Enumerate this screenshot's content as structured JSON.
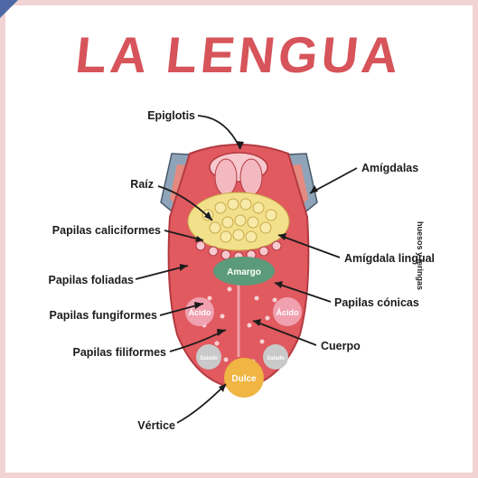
{
  "title": "LA LENGUA",
  "labels": {
    "epiglotis": "Epiglotis",
    "raiz": "Raíz",
    "papilas_caliciformes": "Papilas caliciformes",
    "papilas_foliadas": "Papilas foliadas",
    "papilas_fungiformes": "Papilas fungiformes",
    "papilas_filiformes": "Papilas filiformes",
    "vertice": "Vértice",
    "amigdalas": "Amígdalas",
    "amigdala_lingual": "Amígdala lingual",
    "papilas_conicas": "Papilas cónicas",
    "cuerpo": "Cuerpo"
  },
  "zones": {
    "amargo": "Amargo",
    "acido": "Ácido",
    "salado": "Salado",
    "dulce": "Dulce"
  },
  "credit": "huesos y jeringas",
  "colors": {
    "title": "#d6545a",
    "tongue": "#e05a5f",
    "amargo": "#5b9a7a",
    "acido": "#f2a7b8",
    "salado": "#c9c9c9",
    "dulce": "#f0b542",
    "papillae": "#f3e08a"
  }
}
